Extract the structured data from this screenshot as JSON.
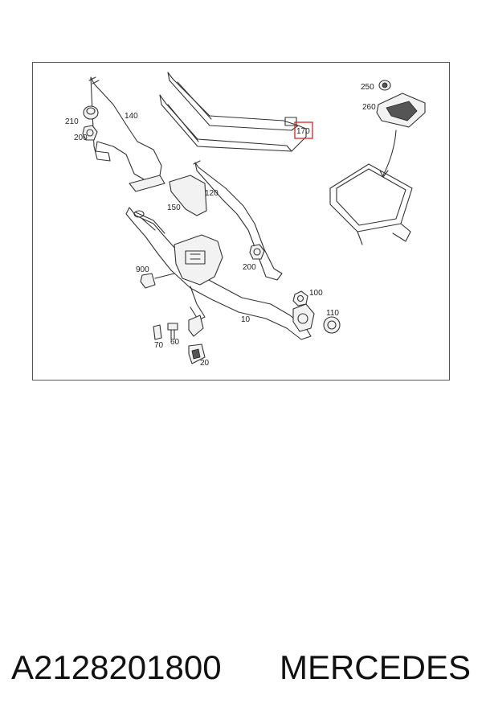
{
  "diagram": {
    "callouts": [
      "250",
      "260",
      "210",
      "140",
      "200",
      "170",
      "120",
      "150",
      "900",
      "200",
      "100",
      "110",
      "10",
      "70",
      "60",
      "20"
    ],
    "highlight_color": "#e03030"
  },
  "caption": {
    "part_number": "A2128201800",
    "brand": "MERCEDES"
  }
}
